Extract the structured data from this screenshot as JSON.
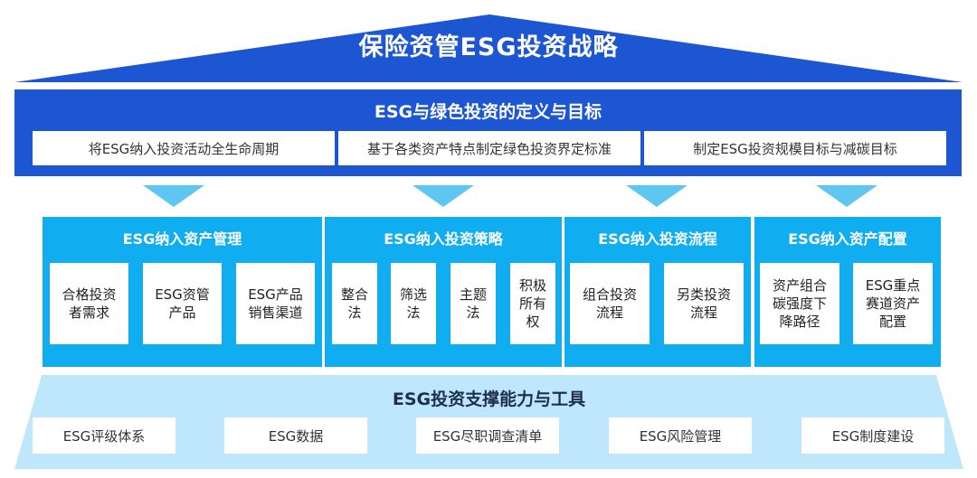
{
  "strategy_title": "保险资管ESG投资战略",
  "definition": {
    "title": "ESG与绿色投资的定义与目标",
    "items": [
      "将ESG纳入投资活动全生命周期",
      "基于各类资产特点制定绿色投资界定标准",
      "制定ESG投资规模目标与减碳目标"
    ]
  },
  "sections": [
    {
      "title": "ESG纳入资产管理",
      "items": [
        [
          "合格投资",
          "者需求"
        ],
        [
          "ESG资管",
          "产品"
        ],
        [
          "ESG产品",
          "销售渠道"
        ]
      ]
    },
    {
      "title": "ESG纳入投资策略",
      "items": [
        [
          "整合",
          "法"
        ],
        [
          "筛选",
          "法"
        ],
        [
          "主题",
          "法"
        ],
        [
          "积极",
          "所有",
          "权"
        ]
      ]
    },
    {
      "title": "ESG纳入投资流程",
      "items": [
        [
          "组合投资",
          "流程"
        ],
        [
          "另类投资",
          "流程"
        ]
      ]
    },
    {
      "title": "ESG纳入资产配置",
      "items": [
        [
          "资产组合",
          "碳强度下",
          "降路径"
        ],
        [
          "ESG重点",
          "赛道资产",
          "配置"
        ]
      ]
    }
  ],
  "support": {
    "title": "ESG投资支撑能力与工具",
    "items": [
      "ESG评级体系",
      "ESG数据",
      "ESG尽职调查清单",
      "ESG风险管理",
      "ESG制度建设"
    ]
  },
  "colors": {
    "roof": "#1d56d3",
    "band": "#1d56d3",
    "panel": "#10aef0",
    "arrow": "#5fc6f1",
    "foundation": "#bfe7fb",
    "foundation_text": "#1e2f4d"
  }
}
